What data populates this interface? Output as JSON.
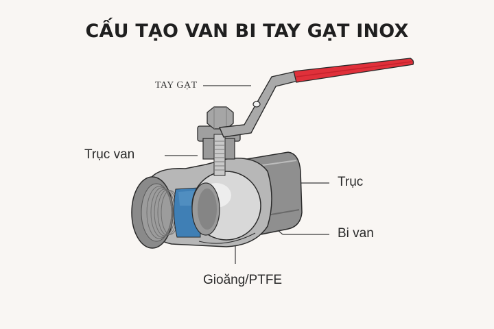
{
  "title": "CẤU TẠO VAN BI TAY GẠT INOX",
  "labels": {
    "handle": "TAY GẠT",
    "stem_valve": "Trục van",
    "stem": "Trục",
    "ball": "Bi van",
    "seal": "Gioăng/PTFE"
  },
  "colors": {
    "background": "#f9f6f3",
    "handle_grip": "#e0303a",
    "metal": "#a8a8a8",
    "metal_dark": "#7c7c7c",
    "seat_blue": "#3f7fb5",
    "outline": "#2a2a2a"
  }
}
